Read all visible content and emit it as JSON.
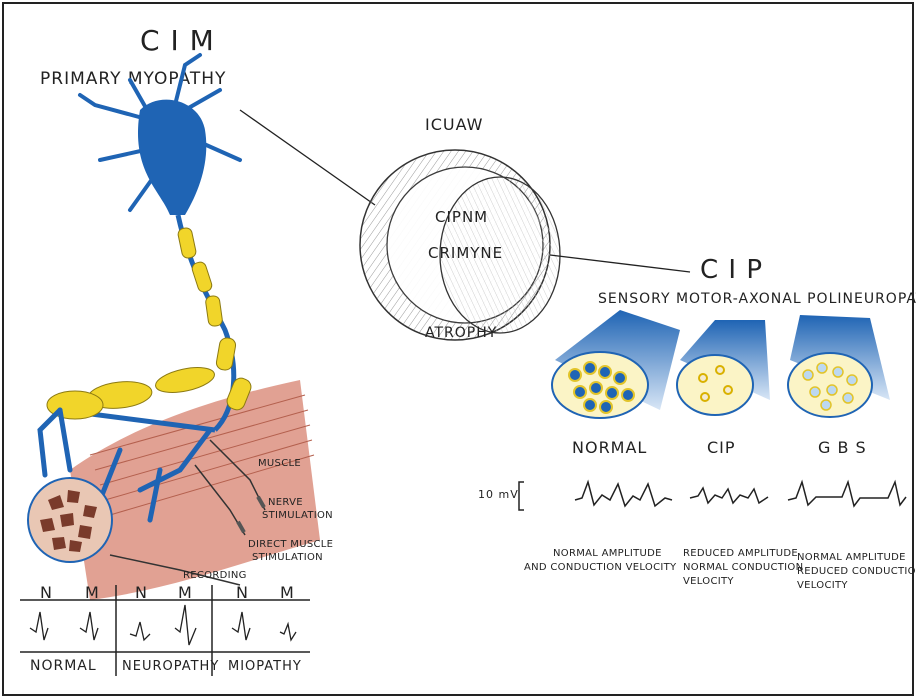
{
  "cim": {
    "title": "C I M",
    "subtitle": "PRIMARY MYOPATHY",
    "labels": {
      "muscle": "MUSCLE",
      "nerve_stim": [
        "NERVE",
        "STIMULATION"
      ],
      "direct_stim": [
        "DIRECT MUSCLE",
        "STIMULATION"
      ],
      "recording": "RECORDING"
    },
    "table": {
      "columns": [
        {
          "name": "NORMAL",
          "heads": [
            "N",
            "M"
          ]
        },
        {
          "name": "NEUROPATHY",
          "heads": [
            "N",
            "M"
          ]
        },
        {
          "name": "MIOPATHY",
          "heads": [
            "N",
            "M"
          ]
        }
      ]
    }
  },
  "venn": {
    "outer": "ICUAW",
    "inner": [
      "CIPNM",
      "CRIMYNE"
    ],
    "bottom": "ATROPHY"
  },
  "cip": {
    "title": "C I P",
    "subtitle": "SENSORY MOTOR-AXONAL POLINEUROPATHY",
    "nerves": [
      "NORMAL",
      "CIP",
      "G B S"
    ],
    "scale": "10 mV",
    "descriptions": [
      [
        "NORMAL AMPLITUDE",
        "AND CONDUCTION VELOCITY"
      ],
      [
        "REDUCED AMPLITUDE",
        "NORMAL CONDUCTION",
        "VELOCITY"
      ],
      [
        "NORMAL AMPLITUDE",
        "REDUCED CONDUCTION",
        "VELOCITY"
      ]
    ]
  },
  "colors": {
    "blue": "#1f64b4",
    "yellow": "#f1d52a",
    "muscle": "#d98a78",
    "ink": "#222222"
  }
}
